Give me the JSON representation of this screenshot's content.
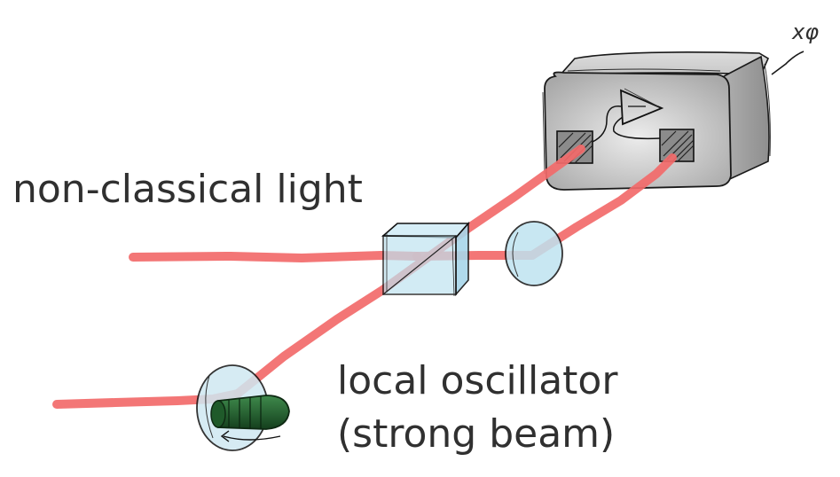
{
  "labels": {
    "signal": "non-classical light",
    "local_oscillator": "local oscillator",
    "local_oscillator_note": "(strong beam)",
    "output": "xφ"
  },
  "colors": {
    "beam": "#f26a6a",
    "glass": "#bfe3f0",
    "outline": "#1a1a1a",
    "box_light": "#e2e2e2",
    "box_dark": "#9a9a9a",
    "phase_knob": "#1f5a2a",
    "text": "#303030"
  },
  "icons": {
    "beam_splitter": "beam-splitter-cube-icon",
    "lens": "lens-icon",
    "phase_shifter": "phase-shifter-icon",
    "detector": "balanced-detector-icon",
    "amplifier": "differential-amplifier-icon"
  }
}
